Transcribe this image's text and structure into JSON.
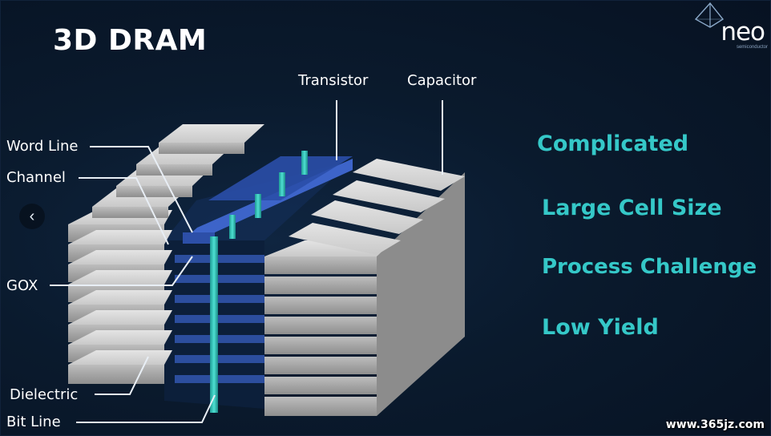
{
  "slide": {
    "title": "3D DRAM",
    "logo": {
      "name": "neo",
      "subtitle": "semiconductor",
      "icon": "pyramid-logo-icon"
    },
    "diagram_labels": {
      "transistor": "Transistor",
      "capacitor": "Capacitor",
      "word_line": "Word Line",
      "channel": "Channel",
      "gox": "GOX",
      "dielectric": "Dielectric",
      "bit_line": "Bit Line"
    },
    "challenges": [
      "Complicated",
      "Large Cell Size",
      "Process Challenge",
      "Low Yield"
    ]
  },
  "navigation": {
    "prev_icon": "chevron-left-icon"
  },
  "watermark": "www.365jz.com",
  "colors": {
    "background": "#0a1a2d",
    "accent_text": "#35c8c8",
    "capacitor_block": "#d8d8d8",
    "word_line": "#3d64c9",
    "channel_pillar": "#2fc1b6"
  }
}
